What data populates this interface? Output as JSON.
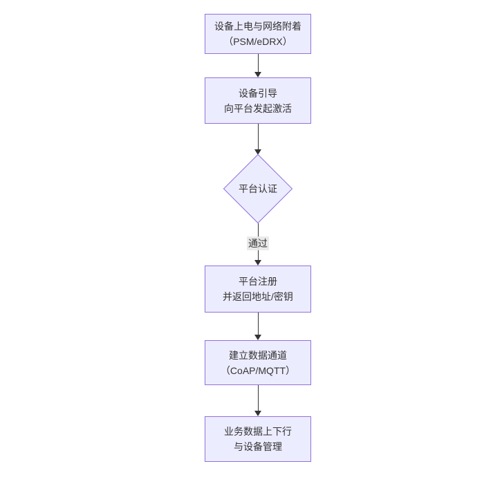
{
  "diagram": {
    "type": "flowchart",
    "direction": "top-down",
    "colors": {
      "background": "#ffffff",
      "node_fill": "#ECECFF",
      "node_border": "#9370DB",
      "arrow_line": "#333333",
      "text": "#333333",
      "edge_label_bg": "#e8e8e8"
    },
    "nodes": [
      {
        "id": "A",
        "shape": "rect",
        "lines": [
          "设备上电与网络附着",
          "（PSM/eDRX）"
        ]
      },
      {
        "id": "B",
        "shape": "rect",
        "lines": [
          "设备引导",
          "向平台发起激活"
        ]
      },
      {
        "id": "C",
        "shape": "diamond",
        "lines": [
          "平台认证"
        ]
      },
      {
        "id": "D",
        "shape": "rect",
        "lines": [
          "平台注册",
          "并返回地址/密钥"
        ]
      },
      {
        "id": "E",
        "shape": "rect",
        "lines": [
          "建立数据通道",
          "（CoAP/MQTT）"
        ]
      },
      {
        "id": "F",
        "shape": "rect",
        "lines": [
          "业务数据上下行",
          "与设备管理"
        ]
      }
    ],
    "edges": [
      {
        "from": "A",
        "to": "B",
        "label": ""
      },
      {
        "from": "B",
        "to": "C",
        "label": ""
      },
      {
        "from": "C",
        "to": "D",
        "label": "通过"
      },
      {
        "from": "D",
        "to": "E",
        "label": ""
      },
      {
        "from": "E",
        "to": "F",
        "label": ""
      }
    ]
  }
}
